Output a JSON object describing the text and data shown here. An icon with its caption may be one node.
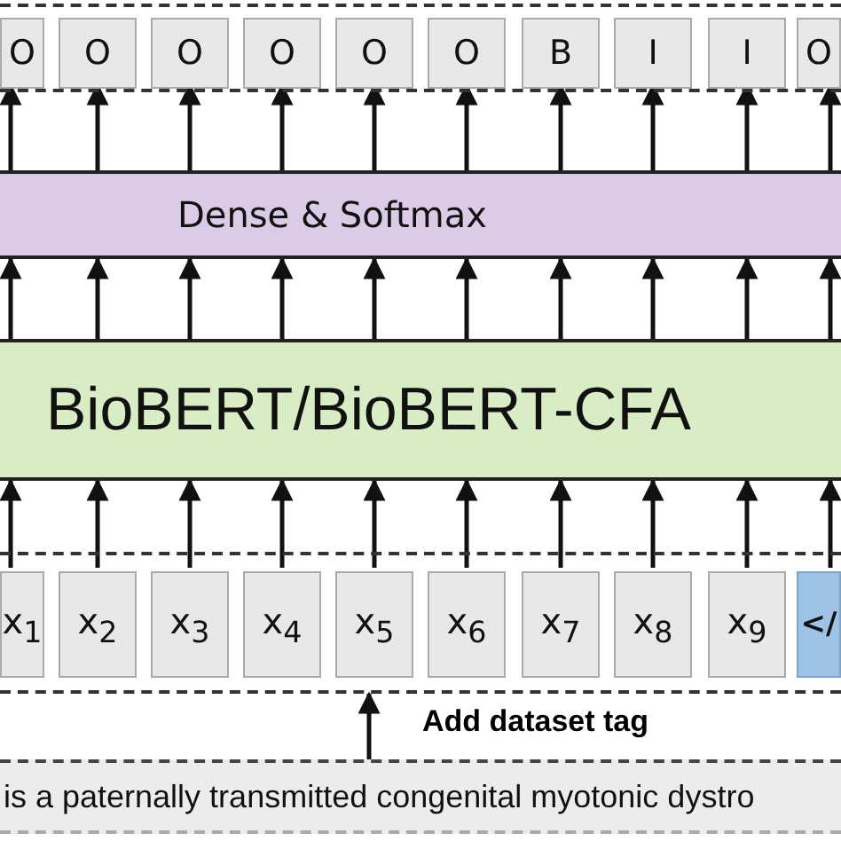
{
  "diagram": {
    "nodes": [
      {
        "text": [],
        "shape": "band"
      },
      {
        "text": [
          "O"
        ],
        "in": 0
      },
      {
        "text": [
          "O"
        ],
        "in": 0
      },
      {
        "text": [
          "O"
        ],
        "in": 0
      },
      {
        "text": [
          "O"
        ],
        "in": 0
      },
      {
        "text": [
          "O"
        ],
        "in": 0
      },
      {
        "text": [
          "O"
        ],
        "in": 0
      },
      {
        "text": [
          "B"
        ],
        "in": 0
      },
      {
        "text": [
          "I"
        ],
        "in": 0
      },
      {
        "text": [
          "I"
        ],
        "in": 0
      },
      {
        "text": [
          "O"
        ],
        "in": 0
      },
      {
        "text": [
          "Dense & Softmax"
        ]
      },
      {
        "text": [
          "BioBERT/BioBERT-CFA"
        ]
      },
      {
        "text": [],
        "shape": "band"
      },
      {
        "text": [
          "x$_{1}$"
        ],
        "in": 13
      },
      {
        "text": [
          "x$_{2}$"
        ],
        "in": 13
      },
      {
        "text": [
          "x$_{3}$"
        ],
        "in": 13
      },
      {
        "text": [
          "x$_{4}$"
        ],
        "in": 13
      },
      {
        "text": [
          "x$_{5}$"
        ],
        "in": 13
      },
      {
        "text": [
          "x$_{6}$"
        ],
        "in": 13
      },
      {
        "text": [
          "x$_{7}$"
        ],
        "in": 13
      },
      {
        "text": [
          "x$_{8}$"
        ],
        "in": 13
      },
      {
        "text": [
          "x$_{9}$"
        ],
        "in": 13
      },
      {
        "text": [
          "</"
        ],
        "in": 13
      },
      {
        "text": [
          "is a paternally transmitted congenital myotonic dystro"
        ]
      }
    ],
    "edges": [
      {
        "from": 14,
        "to": 12,
        "arrow": "to"
      },
      {
        "from": 15,
        "to": 12,
        "arrow": "to"
      },
      {
        "from": 16,
        "to": 12,
        "arrow": "to"
      },
      {
        "from": 17,
        "to": 12,
        "arrow": "to"
      },
      {
        "from": 18,
        "to": 12,
        "arrow": "to"
      },
      {
        "from": 19,
        "to": 12,
        "arrow": "to"
      },
      {
        "from": 20,
        "to": 12,
        "arrow": "to"
      },
      {
        "from": 21,
        "to": 12,
        "arrow": "to"
      },
      {
        "from": 22,
        "to": 12,
        "arrow": "to"
      },
      {
        "from": 23,
        "to": 12,
        "arrow": "to"
      },
      {
        "from": 12,
        "to": 11,
        "arrow": "to"
      },
      {
        "from": 12,
        "to": 11,
        "arrow": "to"
      },
      {
        "from": 12,
        "to": 11,
        "arrow": "to"
      },
      {
        "from": 12,
        "to": 11,
        "arrow": "to"
      },
      {
        "from": 12,
        "to": 11,
        "arrow": "to"
      },
      {
        "from": 12,
        "to": 11,
        "arrow": "to"
      },
      {
        "from": 12,
        "to": 11,
        "arrow": "to"
      },
      {
        "from": 12,
        "to": 11,
        "arrow": "to"
      },
      {
        "from": 12,
        "to": 11,
        "arrow": "to"
      },
      {
        "from": 12,
        "to": 11,
        "arrow": "to"
      },
      {
        "from": 11,
        "to": 1,
        "arrow": "to"
      },
      {
        "from": 11,
        "to": 2,
        "arrow": "to"
      },
      {
        "from": 11,
        "to": 3,
        "arrow": "to"
      },
      {
        "from": 11,
        "to": 4,
        "arrow": "to"
      },
      {
        "from": 11,
        "to": 5,
        "arrow": "to"
      },
      {
        "from": 11,
        "to": 6,
        "arrow": "to"
      },
      {
        "from": 11,
        "to": 7,
        "arrow": "to"
      },
      {
        "from": 11,
        "to": 8,
        "arrow": "to"
      },
      {
        "from": 11,
        "to": 9,
        "arrow": "to"
      },
      {
        "from": 11,
        "to": 10,
        "arrow": "to"
      },
      {
        "from": 24,
        "to": 13,
        "arrow": "to",
        "label": "Add dataset tag"
      }
    ]
  }
}
